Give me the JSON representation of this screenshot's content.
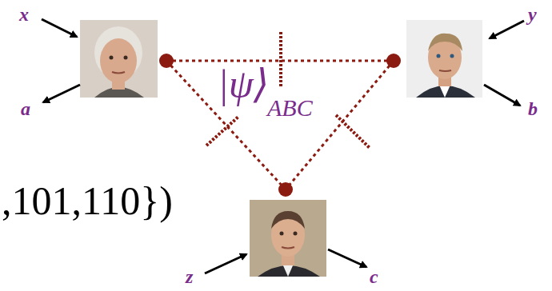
{
  "diagram": {
    "labels": [
      "x",
      "a",
      "y",
      "b",
      "z",
      "c",
      "|ψ⟩",
      "ABC",
      ",101,110})"
    ]
  }
}
